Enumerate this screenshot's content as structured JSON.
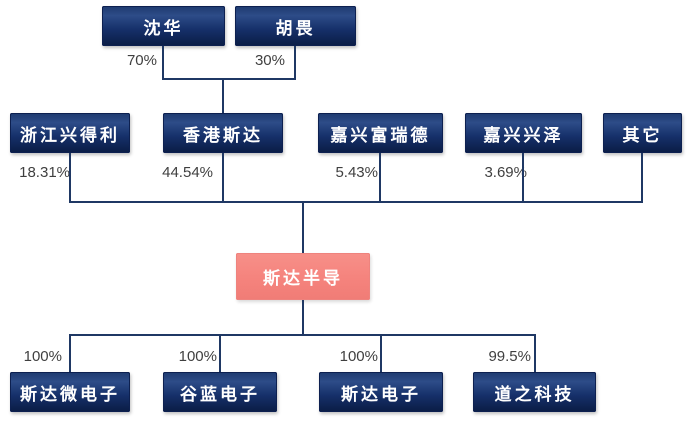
{
  "chart": {
    "top": [
      {
        "label": "沈华",
        "pct": "70%"
      },
      {
        "label": "胡畏",
        "pct": "30%"
      }
    ],
    "middle": [
      {
        "label": "浙江兴得利",
        "pct": "18.31%"
      },
      {
        "label": "香港斯达",
        "pct": "44.54%"
      },
      {
        "label": "嘉兴富瑞德",
        "pct": "5.43%"
      },
      {
        "label": "嘉兴兴泽",
        "pct": "3.69%"
      },
      {
        "label": "其它"
      }
    ],
    "parent": {
      "label": "斯达半导"
    },
    "subsidiaries": [
      {
        "label": "斯达微电子",
        "pct": "100%"
      },
      {
        "label": "谷蓝电子",
        "pct": "100%"
      },
      {
        "label": "斯达电子",
        "pct": "100%"
      },
      {
        "label": "道之科技",
        "pct": "99.5%"
      }
    ]
  },
  "colors": {
    "node_navy_light": "#2d4c88",
    "node_navy_dark": "#0a1c44",
    "highlight_pink": "#f5837d",
    "connector_line": "#1f3864",
    "pct_text": "#3f3f3f",
    "node_text": "#ffffff",
    "background": "#ffffff"
  }
}
